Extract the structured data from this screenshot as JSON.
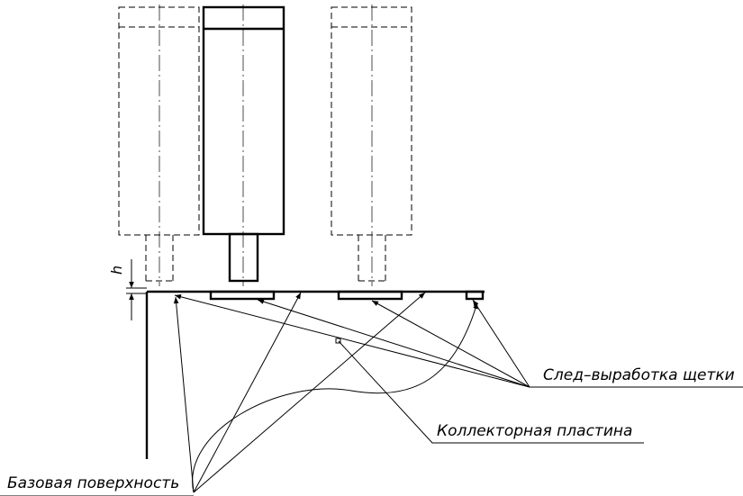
{
  "labels": {
    "brush_trace": "След–выработка щетки",
    "commutator_plate": "Коллекторная пластина",
    "base_surface": "Базовая поверхность",
    "height_dim": "h"
  }
}
